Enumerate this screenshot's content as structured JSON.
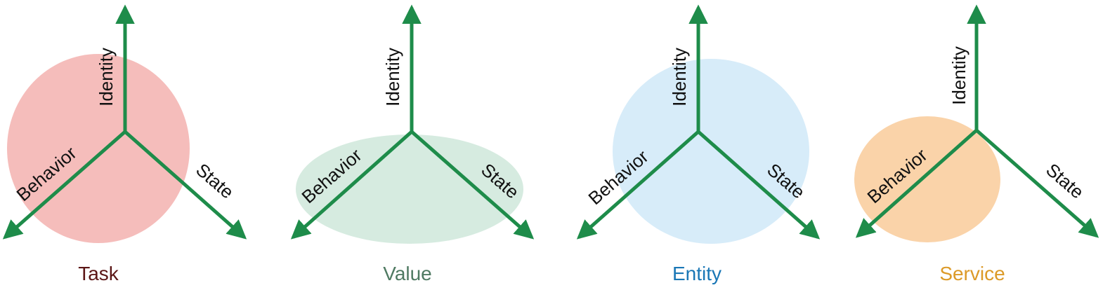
{
  "colors": {
    "axis": "#1e8c4a"
  },
  "panels": [
    {
      "title": "Task",
      "title_color": "#5b1616",
      "blob_color": "#f5bdbb",
      "axes": {
        "identity": "Identity",
        "behavior": "Behavior",
        "state": "State"
      }
    },
    {
      "title": "Value",
      "title_color": "#4f7a62",
      "blob_color": "#d6ebe0",
      "axes": {
        "identity": "Identity",
        "behavior": "Behavior",
        "state": "State"
      }
    },
    {
      "title": "Entity",
      "title_color": "#1a77b6",
      "blob_color": "#d7ecf9",
      "axes": {
        "identity": "Identity",
        "behavior": "Behavior",
        "state": "State"
      }
    },
    {
      "title": "Service",
      "title_color": "#dc9a28",
      "blob_color": "#fad3a9",
      "axes": {
        "identity": "Identity",
        "behavior": "Behavior",
        "state": "State"
      }
    }
  ]
}
